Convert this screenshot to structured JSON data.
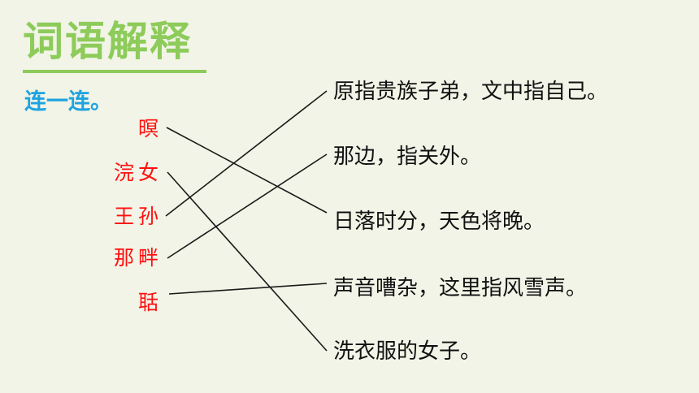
{
  "heading": "词语解释",
  "instruction": "连一连。",
  "terms": [
    "暝",
    "浣女",
    "王孙",
    "那畔",
    "聒"
  ],
  "definitions": [
    "原指贵族子弟，文中指自己。",
    "那边，指关外。",
    "日落时分，天色将晚。",
    "声音嘈杂，这里指风雪声。",
    "洗衣服的女子。"
  ],
  "colors": {
    "heading": "#8dcb5a",
    "instruction": "#1fa3e0",
    "term": "#ff1010",
    "definition": "#111111",
    "background": "#f1f4e6"
  }
}
